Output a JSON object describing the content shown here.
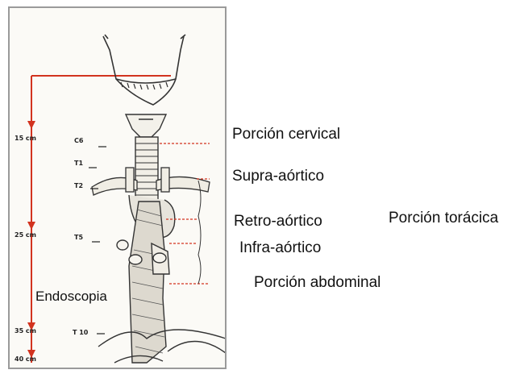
{
  "figure": {
    "distances": [
      "15 cm",
      "25 cm",
      "35 cm",
      "40 cm"
    ],
    "vertebrae": [
      "C6",
      "T1",
      "T2",
      "T5",
      "T 10"
    ],
    "endoscopy_label": "Endoscopia"
  },
  "labels": {
    "cervical": "Porción cervical",
    "supra_aortic": "Supra-aórtico",
    "retro_aortic": "Retro-aórtico",
    "thoracic": "Porción torácica",
    "infra_aortic": "Infra-aórtico",
    "abdominal": "Porción abdominal"
  },
  "colors": {
    "measure_line": "#d2331f",
    "border": "#9a9a9a",
    "paper": "#fbfaf6"
  }
}
